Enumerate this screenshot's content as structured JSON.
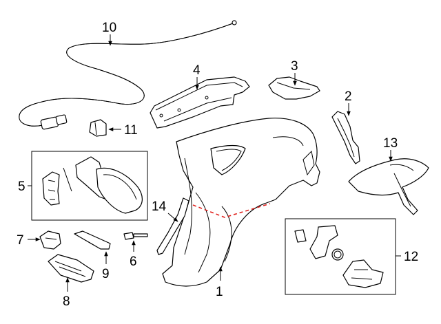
{
  "callouts": {
    "c1": "1",
    "c2": "2",
    "c3": "3",
    "c4": "4",
    "c5": "5",
    "c6": "6",
    "c7": "7",
    "c8": "8",
    "c9": "9",
    "c10": "10",
    "c11": "11",
    "c12": "12",
    "c13": "13",
    "c14": "14"
  },
  "colors": {
    "line": "#000000",
    "background": "#ffffff",
    "cut_line": "#e0201c"
  }
}
